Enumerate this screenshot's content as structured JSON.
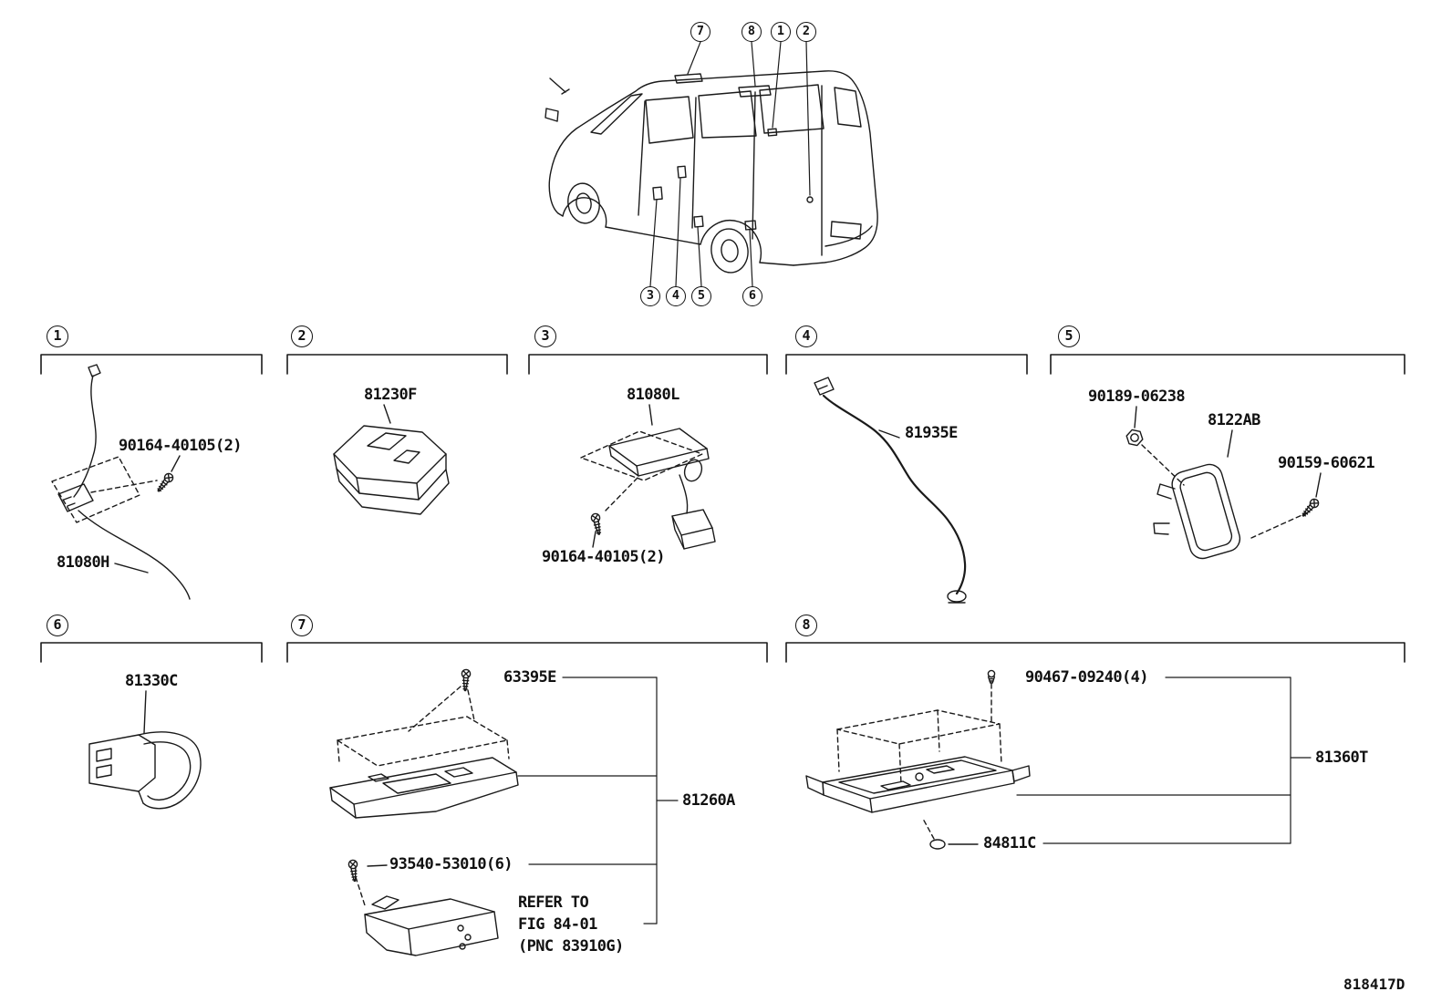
{
  "page": {
    "doc_number": "818417D",
    "background": "#ffffff",
    "line_color": "#1a1a1a"
  },
  "vehicle": {
    "callouts_top": [
      "7",
      "8",
      "1",
      "2"
    ],
    "callouts_bottom": [
      "3",
      "4",
      "5",
      "6"
    ]
  },
  "sections": [
    {
      "id": "1",
      "parts": [
        {
          "pn": "90164-40105(2)",
          "kind": "screw"
        },
        {
          "pn": "81080H",
          "kind": "lamp-socket-wire"
        }
      ]
    },
    {
      "id": "2",
      "parts": [
        {
          "pn": "81230F",
          "kind": "lamp-assembly"
        }
      ]
    },
    {
      "id": "3",
      "parts": [
        {
          "pn": "81080L",
          "kind": "lamp-assembly"
        },
        {
          "pn": "90164-40105(2)",
          "kind": "screw"
        }
      ]
    },
    {
      "id": "4",
      "parts": [
        {
          "pn": "81935E",
          "kind": "wire-harness"
        }
      ]
    },
    {
      "id": "5",
      "parts": [
        {
          "pn": "90189-06238",
          "kind": "nut"
        },
        {
          "pn": "8122AB",
          "kind": "lamp"
        },
        {
          "pn": "90159-60621",
          "kind": "screw"
        }
      ]
    },
    {
      "id": "6",
      "parts": [
        {
          "pn": "81330C",
          "kind": "lamp"
        }
      ]
    },
    {
      "id": "7",
      "parts": [
        {
          "pn": "63395E",
          "kind": "screw"
        },
        {
          "pn": "81260A",
          "kind": "map-lamp-assembly"
        },
        {
          "pn": "93540-53010(6)",
          "kind": "screw"
        }
      ],
      "note": [
        "REFER TO",
        "FIG 84-01",
        "(PNC 83910G)"
      ]
    },
    {
      "id": "8",
      "parts": [
        {
          "pn": "90467-09240(4)",
          "kind": "clip"
        },
        {
          "pn": "81360T",
          "kind": "overhead-console"
        },
        {
          "pn": "84811C",
          "kind": "cap"
        }
      ]
    }
  ]
}
